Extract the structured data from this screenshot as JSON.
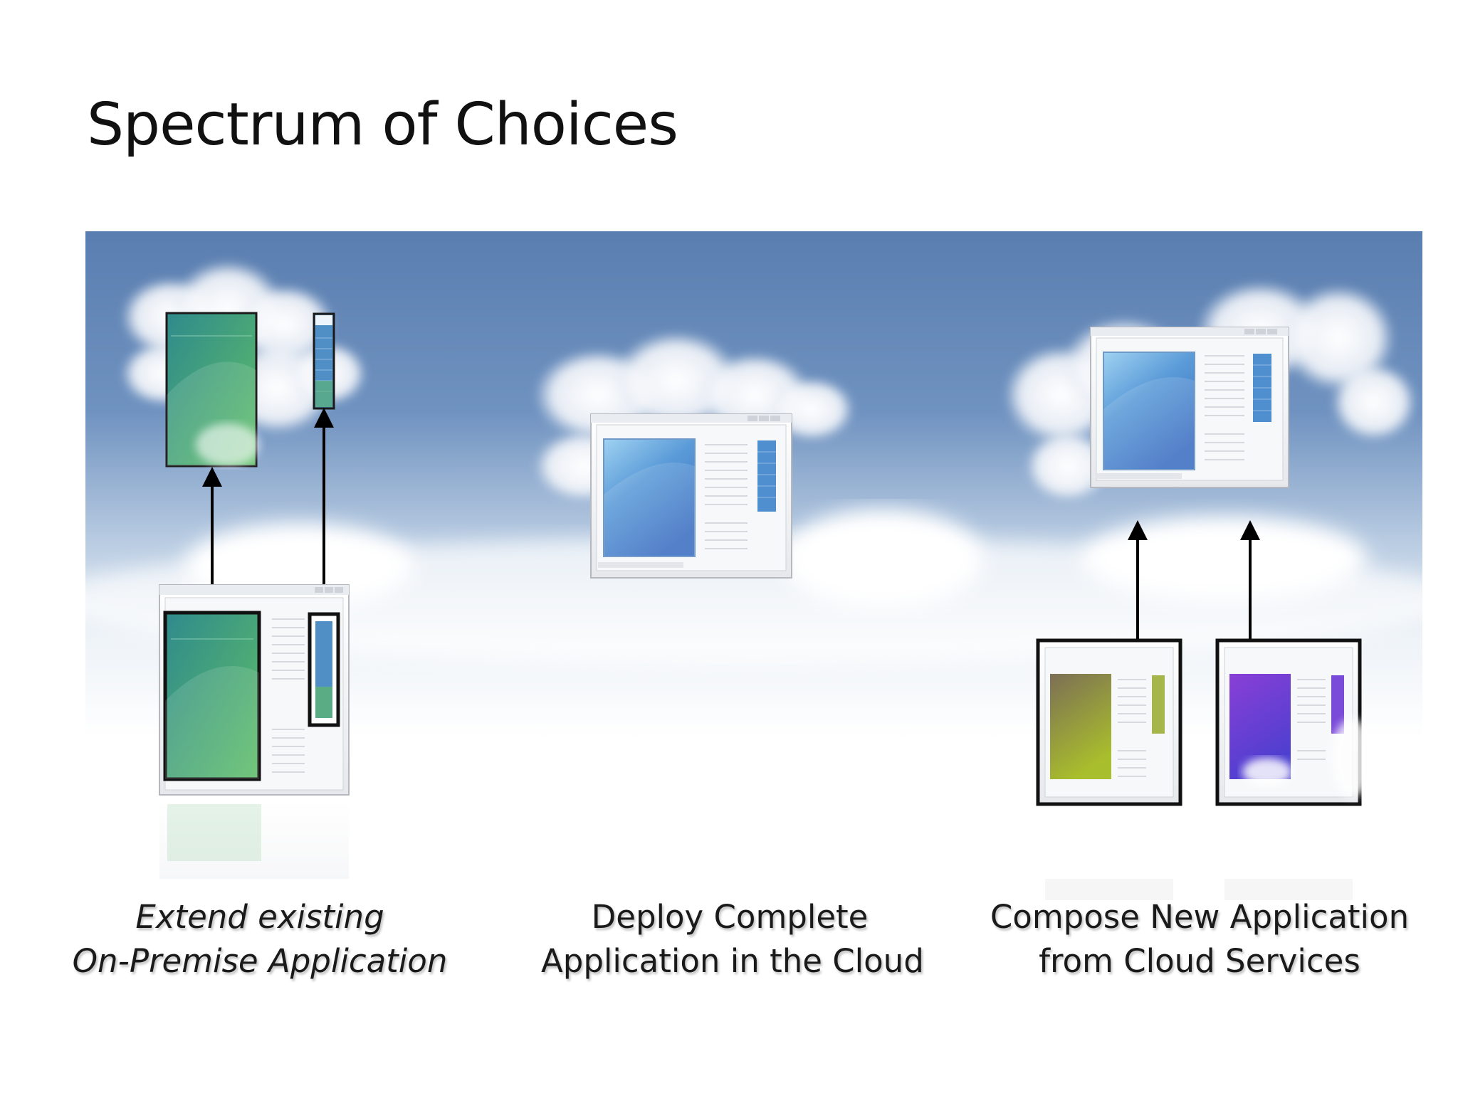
{
  "slide": {
    "title": "Spectrum of Choices"
  },
  "captions": {
    "left": {
      "line1": "Extend existing",
      "line2": "On-Premise Application"
    },
    "middle": {
      "line1": "Deploy Complete",
      "line2": "Application in the Cloud"
    },
    "right": {
      "line1": "Compose New Application",
      "line2": "from Cloud Services"
    }
  },
  "colors": {
    "sky_top": "#5b7fb0",
    "sky_bottom": "#ffffff",
    "green_panel": "#3f9e6e",
    "blue_panel": "#4a86cc",
    "olive_panel": "#9aa63a",
    "purple_panel": "#6b3fd0",
    "frame": "#111111"
  },
  "icons": {
    "window": "app-window-icon",
    "arrow": "up-arrow-icon",
    "cloud": "cloud-icon"
  }
}
